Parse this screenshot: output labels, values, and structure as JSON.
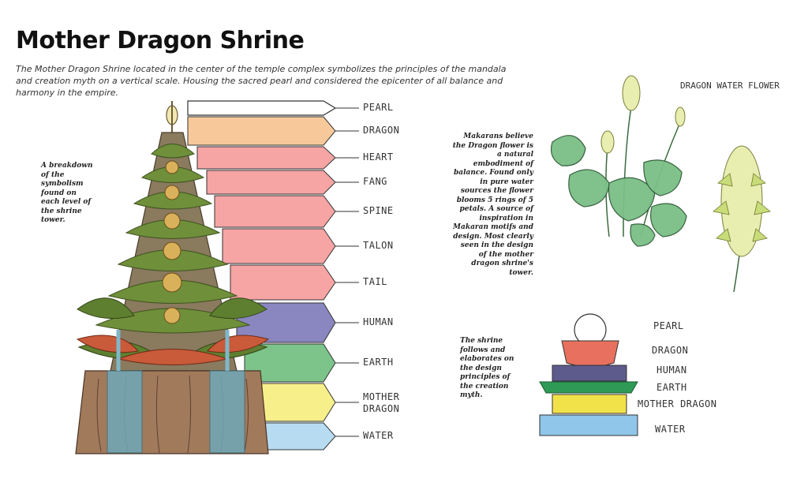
{
  "title": "Mother Dragon Shrine",
  "intro": "The Mother Dragon Shrine located in the center of the temple complex symbolizes the principles of the mandala and creation myth on a vertical scale. Housing the sacred pearl and considered the epicenter of all balance and harmony in the empire.",
  "notes": {
    "breakdown": "A breakdown of the symbolism found on each level of the shrine tower.",
    "flower": "Makarans believe the Dragon flower is a natural embodiment of balance. Found only in pure water sources the flower blooms 5 rings of 5 petals. A source of inspiration in Makaran motifs and design. Most clearly seen in the design of the mother dragon shrine's tower.",
    "shrine": "The shrine follows and elaborates on the design principles of the creation myth."
  },
  "tower_levels": [
    {
      "label": "PEARL",
      "color": "#ffffff"
    },
    {
      "label": "DRAGON",
      "color": "#f7c99a"
    },
    {
      "label": "HEART",
      "color": "#f6a4a4"
    },
    {
      "label": "FANG",
      "color": "#f6a4a4"
    },
    {
      "label": "SPINE",
      "color": "#f6a4a4"
    },
    {
      "label": "TALON",
      "color": "#f6a4a4"
    },
    {
      "label": "TAIL",
      "color": "#f6a4a4"
    },
    {
      "label": "HUMAN",
      "color": "#8a86c0"
    },
    {
      "label": "EARTH",
      "color": "#7cc48a"
    },
    {
      "label": "MOTHER",
      "label2": "DRAGON",
      "color": "#f7ef8a"
    },
    {
      "label": "WATER",
      "color": "#b7dcf2"
    }
  ],
  "flower_title": "DRAGON WATER FLOWER",
  "stack_labels": [
    "PEARL",
    "DRAGON",
    "HUMAN",
    "EARTH",
    "MOTHER DRAGON",
    "WATER"
  ],
  "colors": {
    "pearl": "#ffffff",
    "dragon": "#e8705e",
    "human": "#5d5a8c",
    "earth": "#2f9a55",
    "mother_dragon": "#f2e24a",
    "water": "#8fc6ea"
  }
}
